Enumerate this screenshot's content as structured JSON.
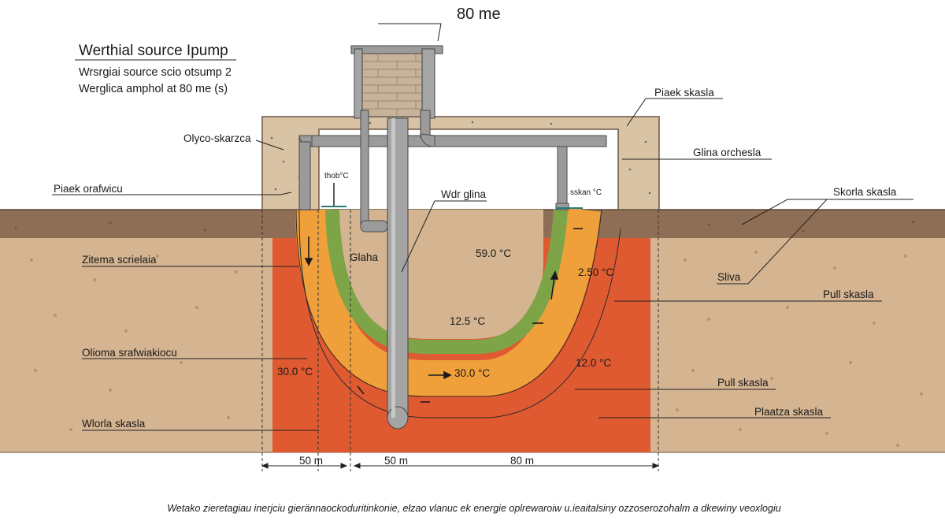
{
  "header": {
    "top_label": "80 me",
    "title": "Werthial source Ipump",
    "subtitle_1": "Wrsrgiai source scio otsump 2",
    "subtitle_2": "Werglica amphol at 80 me (s)"
  },
  "labels": {
    "piaek_skasla": "Piaek skasla",
    "glina_orchesla": "Glina orchesla",
    "skorla_skasla": "Skorla skasla",
    "olyco_skarzca": "Olyco-skarzca",
    "piaek_orafwicu": "Piaek orafwicu",
    "wdr_glina": "Wdr glina",
    "zitema_scrielaia": "Zitema scrielaia",
    "sliva": "Sliva",
    "pull_skasla_1": "Pull skasla",
    "olioma_srafwiakiocu": "Olioma srafwiakiocu",
    "pull_skasla_2": "Pull skasla",
    "wlorla_skasla": "Wlorla skasla",
    "plaatza_skasla": "Plaatza skasla",
    "glaha": "Glaha"
  },
  "temperatures": {
    "t_left_small": "thob°C",
    "t_right_small": "sskan °C",
    "t_59": "59.0 °C",
    "t_250": "2.50 °C",
    "t_125": "12.5 °C",
    "t_1200": "12.0 °C",
    "t_300_left": "30.0 °C",
    "t_300_mid": "30.0 °C"
  },
  "dimensions": {
    "d1": "50 m",
    "d2": "50 m",
    "d3": "80 m"
  },
  "caption": "Wetako zieretagiau inerjciu gierännaockoduritinkonie, ełzao vlanuc ek energie oplrewaroiw u.ieaitalsiny ozzoserozohalm a dkewiny veoxlogiu",
  "colors": {
    "topsoil": "#8e6e55",
    "soil": "#d4b491",
    "heat_zone": "#df5a30",
    "orange_band": "#f0a03a",
    "green_band": "#7da548",
    "pipe": "#9b9b9b",
    "concrete": "#d9c3a5"
  }
}
